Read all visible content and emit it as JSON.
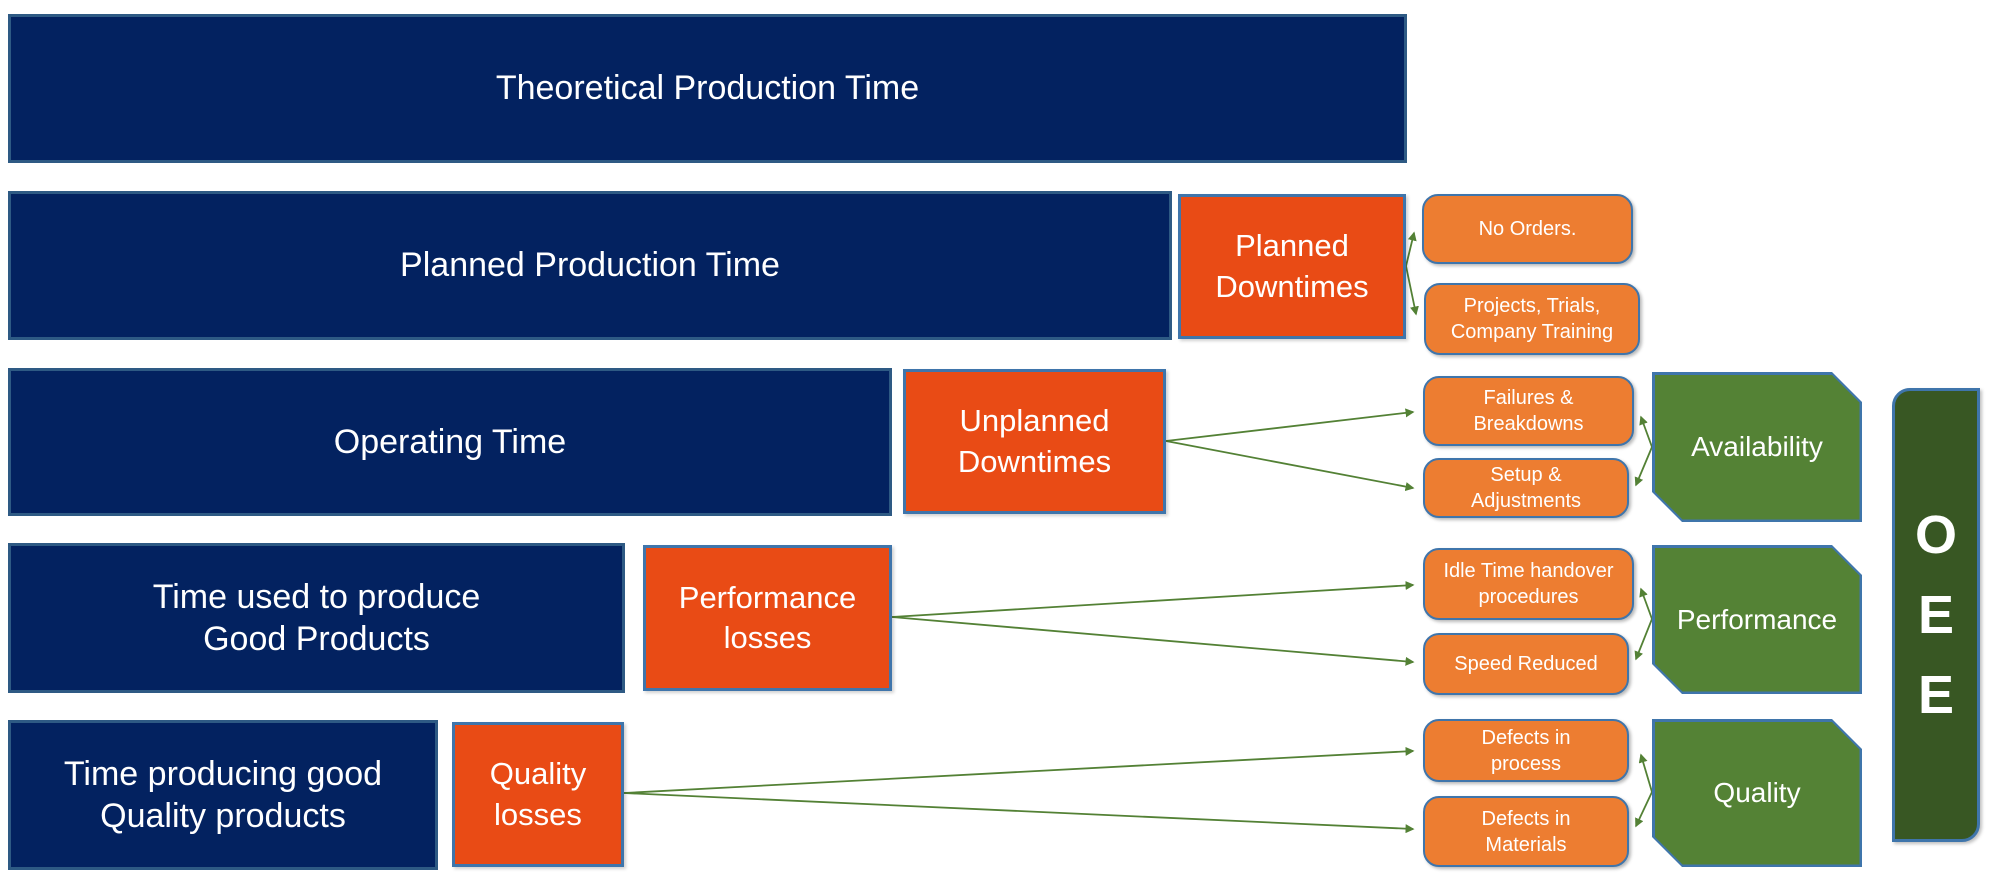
{
  "colors": {
    "navy": "#032260",
    "navy-border": "#2e5a84",
    "loss-red": "#e94b15",
    "cause-orange": "#ed7d31",
    "metric-green": "#548235",
    "oee-green": "#385723",
    "steel-blue": "#3f75ab",
    "arrow-green": "#538135",
    "text-white": "#ffffff"
  },
  "rows": [
    {
      "bar": "Theoretical Production Time"
    },
    {
      "bar": "Planned Production Time",
      "loss": "Planned\nDowntimes",
      "causes": [
        "No Orders.",
        "Projects, Trials,\nCompany Training"
      ]
    },
    {
      "bar": "Operating Time",
      "loss": "Unplanned\nDowntimes",
      "causes": [
        "Failures &\nBreakdowns",
        "Setup &\nAdjustments"
      ],
      "metric": "Availability"
    },
    {
      "bar": "Time used to produce\nGood Products",
      "loss": "Performance\nlosses",
      "causes": [
        "Idle Time handover\nprocedures",
        "Speed Reduced"
      ],
      "metric": "Performance"
    },
    {
      "bar": "Time producing good\nQuality products",
      "loss": "Quality\nlosses",
      "causes": [
        "Defects in\nprocess",
        "Defects in\nMaterials"
      ],
      "metric": "Quality"
    }
  ],
  "oee": {
    "letters": [
      "O",
      "E",
      "E"
    ]
  }
}
